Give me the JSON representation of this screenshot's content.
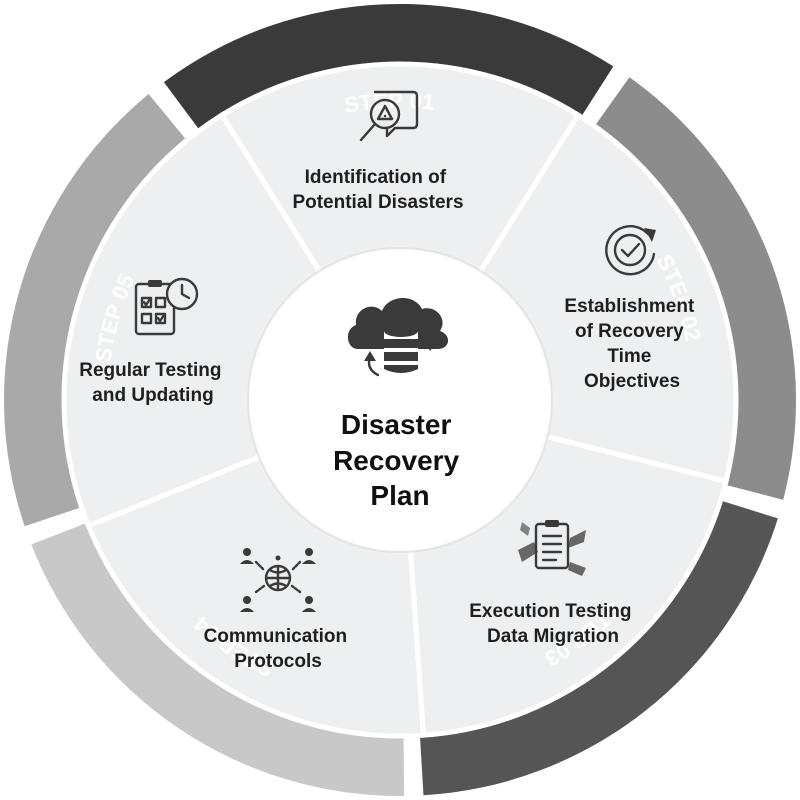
{
  "center": {
    "title_lines": [
      "Disaster",
      "Recovery",
      "Plan"
    ],
    "icon": "cloud-database-sync-icon"
  },
  "steps": [
    {
      "step_label": "STEP 01",
      "lines": [
        "Identification of",
        "Potential Disasters"
      ],
      "icon": "magnifier-warning-icon",
      "ring_color": "#3a3a3a"
    },
    {
      "step_label": "STEP 02",
      "lines": [
        "Establishment",
        "of Recovery",
        "Time",
        "Objectives"
      ],
      "icon": "refresh-check-icon",
      "ring_color": "#8c8c8c"
    },
    {
      "step_label": "STEP 03",
      "lines": [
        "Execution Testing",
        "Data Migration"
      ],
      "icon": "clipboard-hands-icon",
      "ring_color": "#555555"
    },
    {
      "step_label": "STEP 04",
      "lines": [
        "Communication",
        "Protocols"
      ],
      "icon": "network-people-icon",
      "ring_color": "#c8c8c8"
    },
    {
      "step_label": "STEP 05",
      "lines": [
        "Regular Testing",
        "and Updating"
      ],
      "icon": "checklist-clock-icon",
      "ring_color": "#a9a9a9"
    }
  ]
}
